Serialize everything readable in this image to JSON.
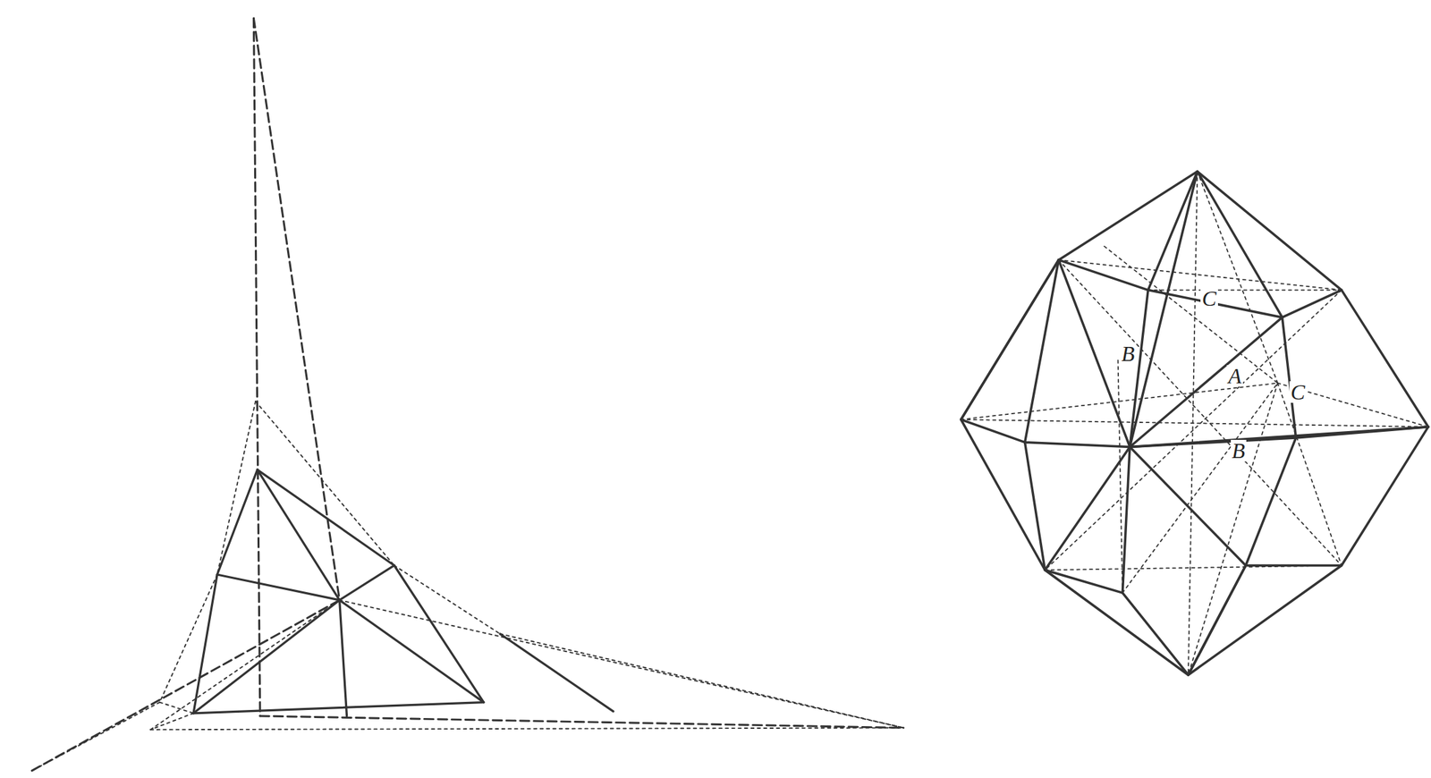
{
  "diagram": {
    "labels": [
      "C",
      "B",
      "A",
      "C",
      "B"
    ]
  }
}
